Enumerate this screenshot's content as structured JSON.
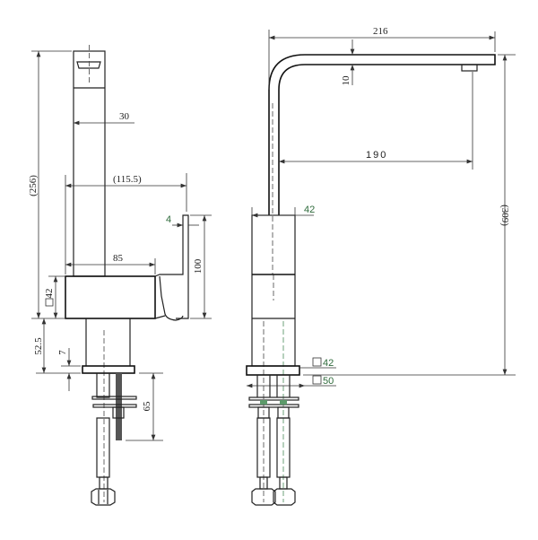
{
  "drawing": {
    "side_view": {
      "dimensions": {
        "overall_height": "(256)",
        "spout_width": "30",
        "handle_reach": "(115.5)",
        "handle_thickness": "4",
        "handle_height": "100",
        "body_length": "85",
        "body_square_symbol": "□",
        "body_square": "42",
        "stem_height": "52.5",
        "plate_thickness": "7",
        "rod_length": "65"
      }
    },
    "front_view": {
      "dimensions": {
        "spout_reach": "216",
        "spout_thickness": "10",
        "outlet_distance": "190",
        "overall_height": "(309)",
        "body_width": "42",
        "plate_square_symbol": "□",
        "plate_inner": "42",
        "plate_outer": "50"
      }
    },
    "colors": {
      "line": "#222222",
      "accent_dim": "#2f6b3c"
    }
  }
}
